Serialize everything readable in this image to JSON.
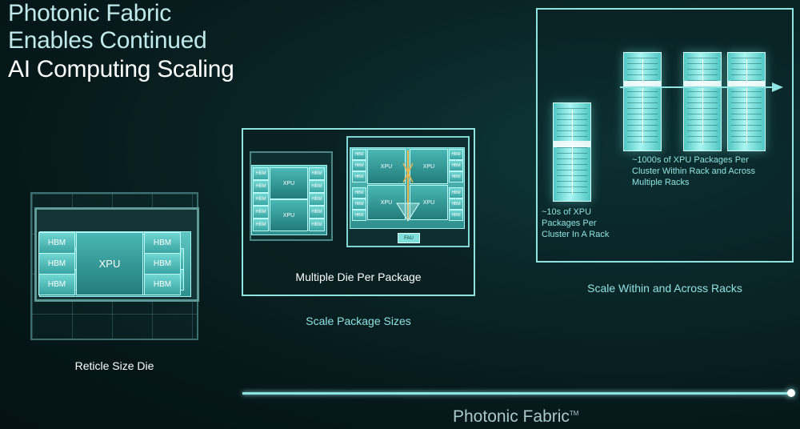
{
  "title": {
    "line1": "Photonic Fabric",
    "line2": "Enables Continued",
    "line3": "AI Computing Scaling"
  },
  "reticle": {
    "hbm_label": "HBM",
    "xpu_label": "XPU",
    "caption": "Reticle Size Die"
  },
  "package": {
    "hbm_label": "HBM",
    "xpu_label": "XPU",
    "fau_label": "FAU",
    "inner_caption": "Multiple Die Per Package",
    "caption": "Scale Package Sizes"
  },
  "racks": {
    "small_text": "~10s of XPU\nPackages Per\nCluster In A Rack",
    "large_text": "~1000s of XPU Packages Per\nCluster Within Rack and Across\nMultiple Racks",
    "caption": "Scale Within and Across Racks"
  },
  "footer": {
    "label": "Photonic Fabric",
    "tm": "TM"
  },
  "colors": {
    "accent": "#8fe3e1",
    "background": "#06181a"
  }
}
